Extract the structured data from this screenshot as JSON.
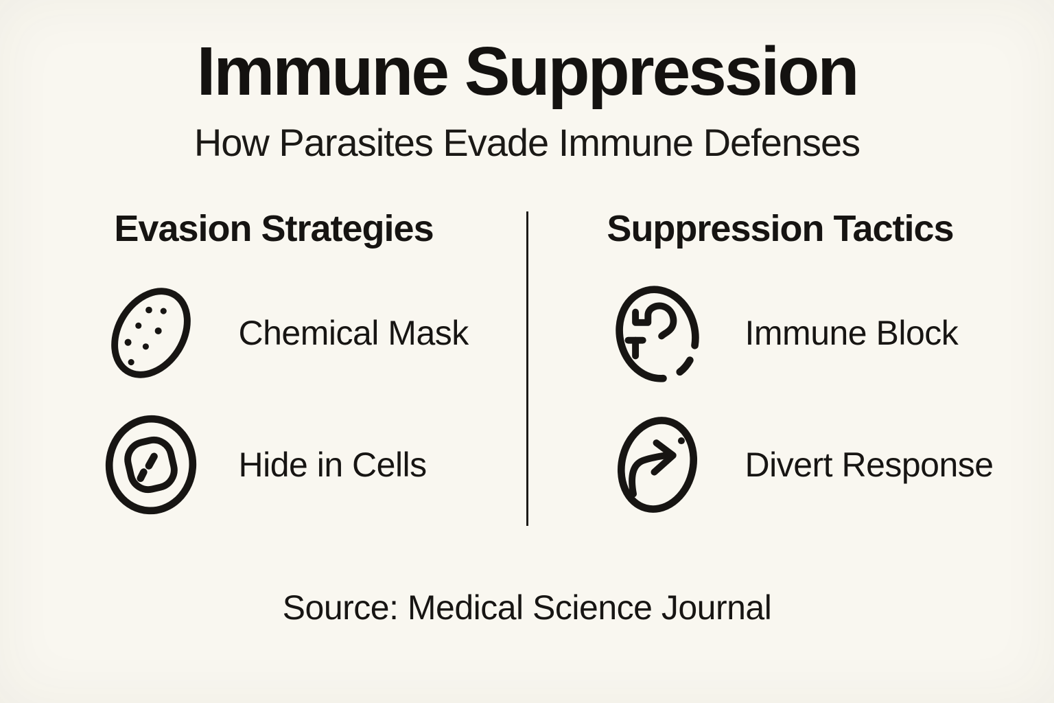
{
  "title": "Immune Suppression",
  "subtitle": "How Parasites Evade Immune Defenses",
  "columns": [
    {
      "header": "Evasion Strategies",
      "items": [
        {
          "icon": "speckled-parasite-icon",
          "label": "Chemical Mask"
        },
        {
          "icon": "parasite-inside-cell-icon",
          "label": "Hide in Cells"
        }
      ]
    },
    {
      "header": "Suppression Tactics",
      "items": [
        {
          "icon": "blocked-hook-arrow-icon",
          "label": "Immune Block"
        },
        {
          "icon": "divert-arrow-icon",
          "label": "Divert Response"
        }
      ]
    }
  ],
  "footer": {
    "source_label": "Source: Medical Science Journal"
  },
  "colors": {
    "background": "#f9f7f0",
    "ink": "#171513"
  }
}
